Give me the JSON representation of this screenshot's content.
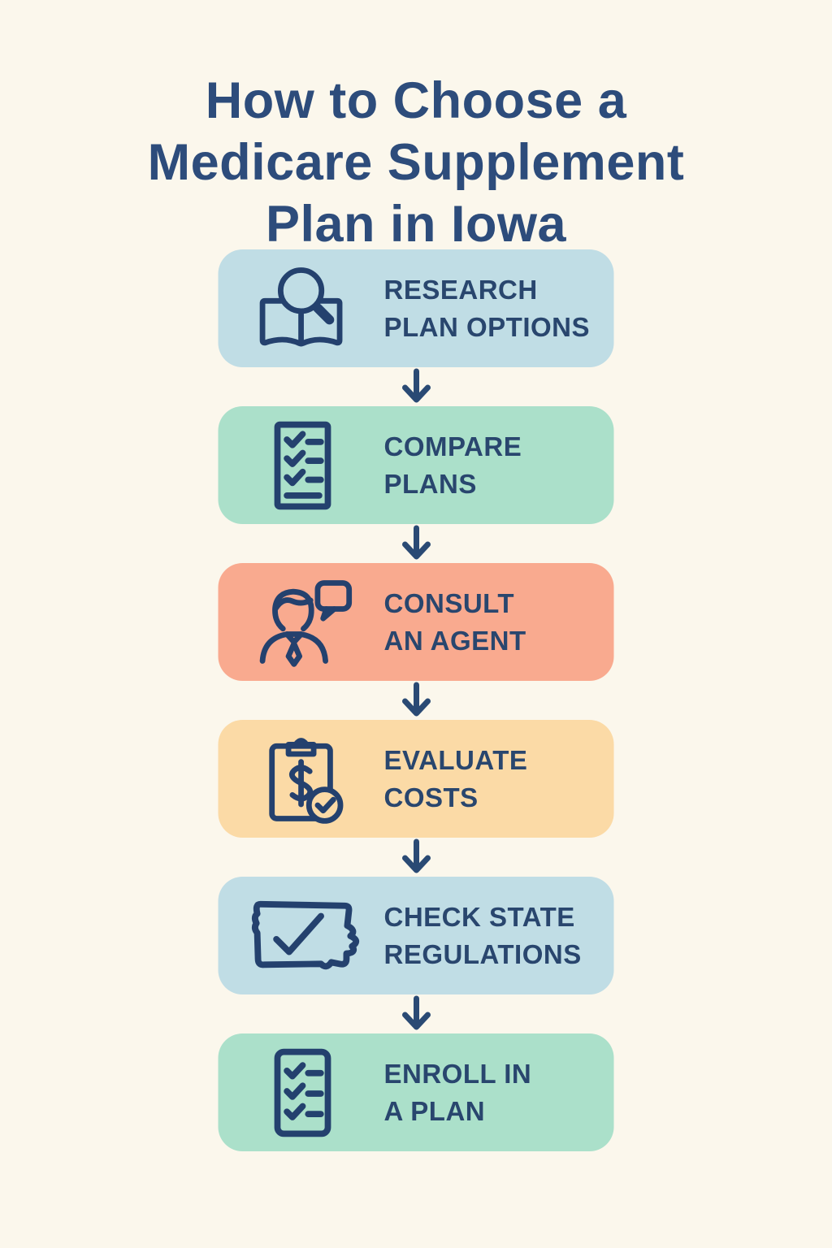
{
  "page": {
    "title": "How to Choose a\nMedicare Supplement\nPlan in Iowa",
    "arrow_icon": "arrow-down-icon"
  },
  "steps": [
    {
      "label": "RESEARCH\nPLAN OPTIONS",
      "icon": "book-magnifier-icon",
      "bg": "#C0DDE5"
    },
    {
      "label": "COMPARE\nPLANS",
      "icon": "checklist-icon",
      "bg": "#ABE0CA"
    },
    {
      "label": "CONSULT\nAN AGENT",
      "icon": "agent-speech-icon",
      "bg": "#F9AA8F"
    },
    {
      "label": "EVALUATE\nCOSTS",
      "icon": "clipboard-dollar-icon",
      "bg": "#FBDAA6"
    },
    {
      "label": "CHECK STATE\nREGULATIONS",
      "icon": "iowa-check-icon",
      "bg": "#C0DDE5"
    },
    {
      "label": "ENROLL IN\nA PLAN",
      "icon": "checklist-icon",
      "bg": "#ABE0CA"
    }
  ],
  "colors": {
    "page_bg": "#FBF7EC",
    "title_navy": "#2D4C7B",
    "text_navy": "#29466E",
    "icon_navy": "#24416E",
    "arrow_navy": "#2A4A74"
  }
}
